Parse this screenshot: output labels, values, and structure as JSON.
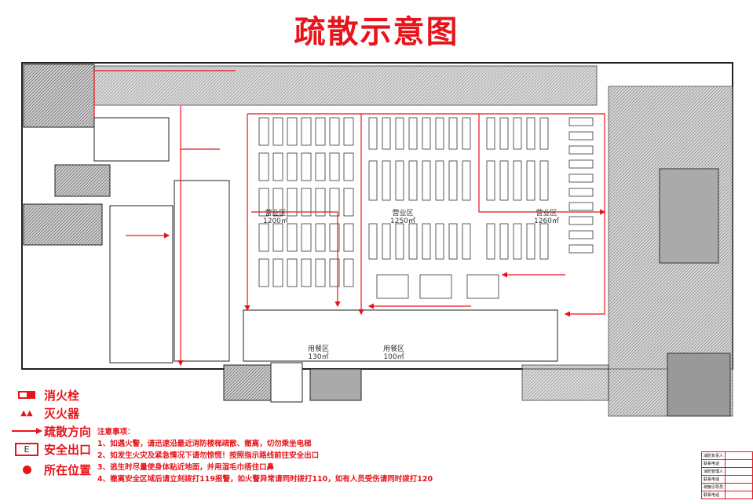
{
  "title": "疏散示意图",
  "legend": [
    {
      "icon": "fire-hydrant-icon",
      "label": "消火栓"
    },
    {
      "icon": "fire-extinguisher-icon",
      "label": "灭火器"
    },
    {
      "icon": "arrow-right-icon",
      "label": "疏散方向"
    },
    {
      "icon": "exit-e-icon",
      "label": "安全出口",
      "symbol": "E"
    },
    {
      "icon": "red-dot-icon",
      "label": "所在位置"
    }
  ],
  "notes": {
    "heading": "注意事项：",
    "items": [
      "1、如遇火警，请迅速沿最近消防楼梯疏散、撤离，切勿乘坐电梯",
      "2、如发生火灾及紧急情况下请勿惊慌！按照指示路线前往安全出口",
      "3、逃生时尽量使身体贴近地面，并用湿毛巾捂住口鼻",
      "4、撤离安全区域后请立刻拨打119报警，如火警异常请同时拨打110，如有人员受伤请同时拨打120"
    ]
  },
  "zones": [
    {
      "name": "营业区",
      "area": "1200㎡"
    },
    {
      "name": "营业区",
      "area": "1250㎡"
    },
    {
      "name": "营业区",
      "area": "1260㎡"
    },
    {
      "name": "用餐区",
      "area": "130㎡"
    },
    {
      "name": "用餐区",
      "area": "100㎡"
    }
  ],
  "responsibility_table": [
    "消防负责人",
    "联系电话",
    "消防管理人",
    "联系电话",
    "疏散引导员",
    "联系电话"
  ],
  "colors": {
    "accent": "#e8141b",
    "line": "#222222",
    "hatch": "#9a9a9a"
  }
}
